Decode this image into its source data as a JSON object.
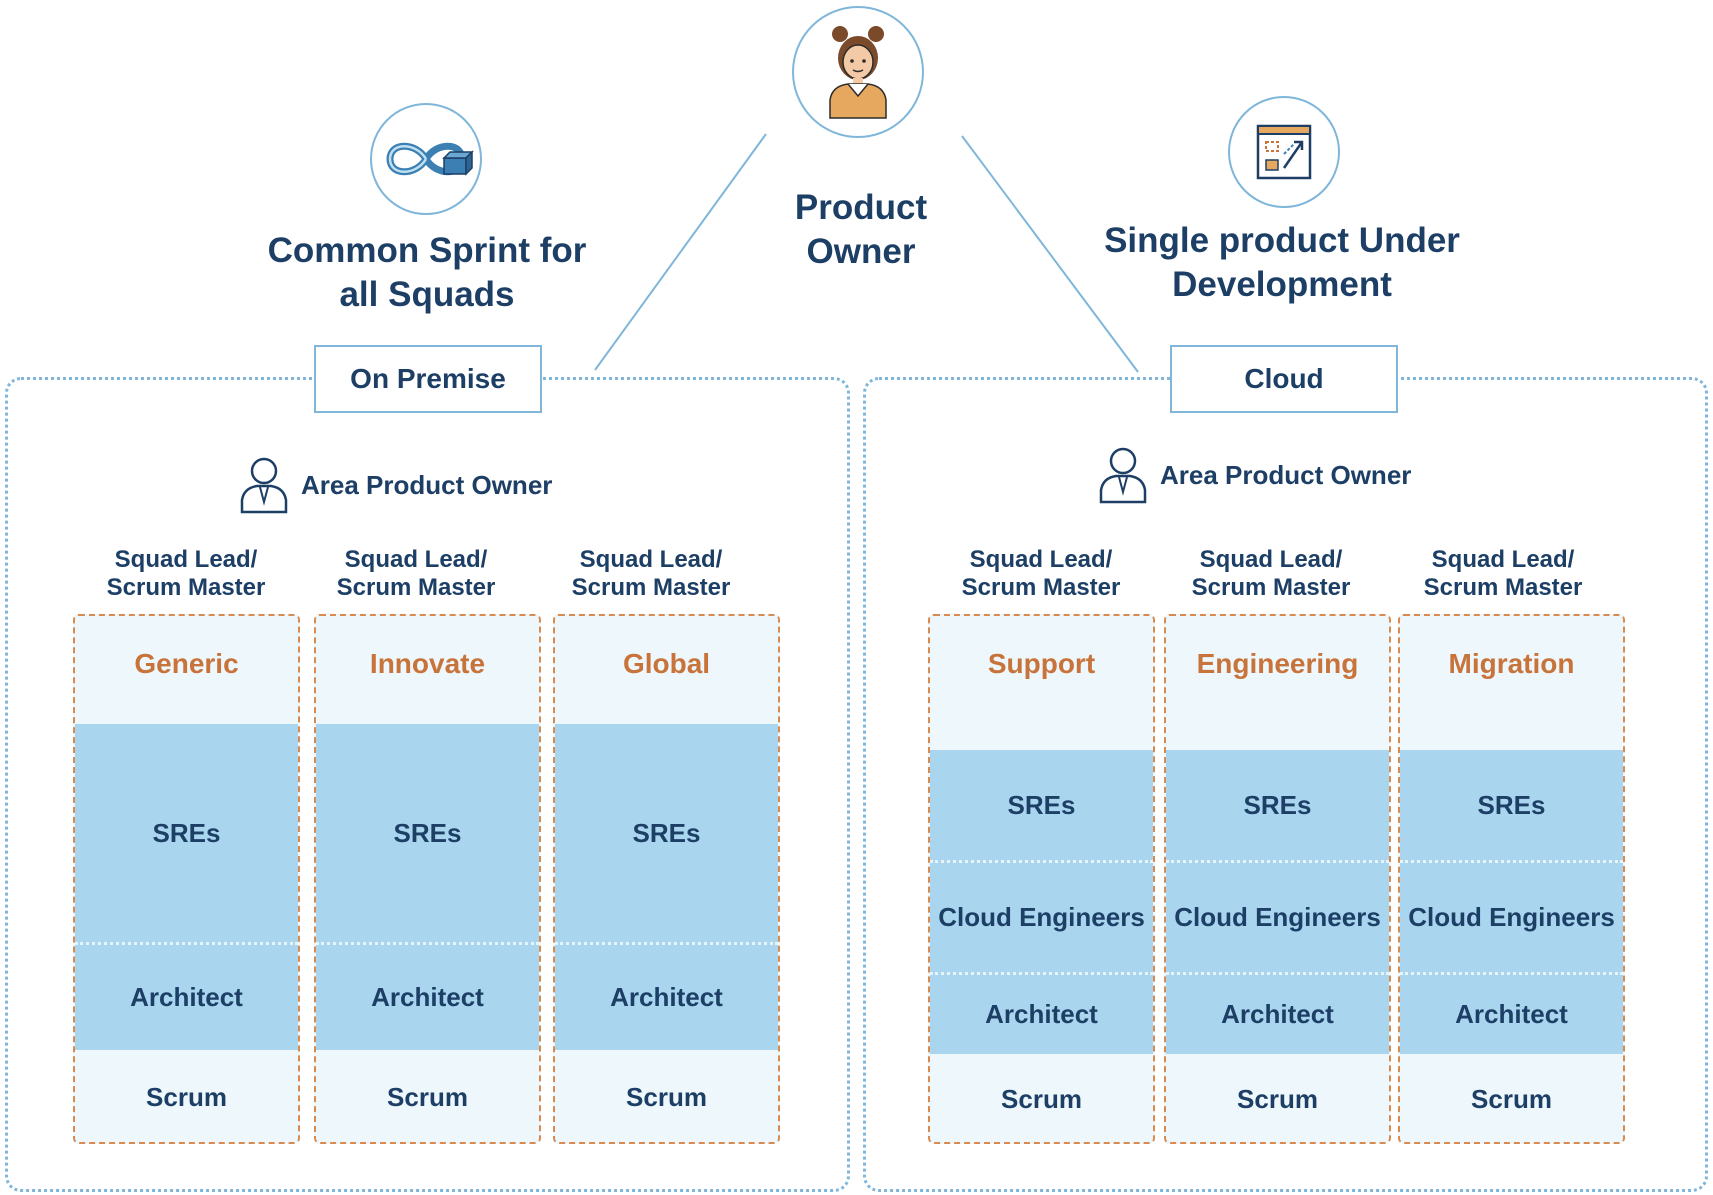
{
  "product_owner": {
    "line1": "Product",
    "line2": "Owner",
    "icon": "woman-avatar-icon"
  },
  "left_heading": {
    "line1": "Common Sprint for",
    "line2": "all Squads",
    "icon": "infinity-loop-icon"
  },
  "right_heading": {
    "line1": "Single product Under",
    "line2": "Development",
    "icon": "transformation-icon"
  },
  "colors": {
    "line": "#7fb6d9",
    "title": "#1d3f66",
    "accent": "#c8733a",
    "cell_dark": "#a9d6ee",
    "cell_light": "#eef7fc"
  },
  "regions": [
    {
      "label": "On Premise",
      "area_owner": "Area Product Owner",
      "squads": [
        {
          "lead1": "Squad Lead/",
          "lead2": "Scrum Master",
          "name": "Generic",
          "roles": [
            "SREs",
            "Architect",
            "Scrum"
          ]
        },
        {
          "lead1": "Squad Lead/",
          "lead2": "Scrum Master",
          "name": "Innovate",
          "roles": [
            "SREs",
            "Architect",
            "Scrum"
          ]
        },
        {
          "lead1": "Squad Lead/",
          "lead2": "Scrum Master",
          "name": "Global",
          "roles": [
            "SREs",
            "Architect",
            "Scrum"
          ]
        }
      ]
    },
    {
      "label": "Cloud",
      "area_owner": "Area Product Owner",
      "squads": [
        {
          "lead1": "Squad Lead/",
          "lead2": "Scrum Master",
          "name": "Support",
          "roles": [
            "SREs",
            "Cloud Engineers",
            "Architect",
            "Scrum"
          ]
        },
        {
          "lead1": "Squad Lead/",
          "lead2": "Scrum Master",
          "name": "Engineering",
          "roles": [
            "SREs",
            "Cloud Engineers",
            "Architect",
            "Scrum"
          ]
        },
        {
          "lead1": "Squad Lead/",
          "lead2": "Scrum Master",
          "name": "Migration",
          "roles": [
            "SREs",
            "Cloud Engineers",
            "Architect",
            "Scrum"
          ]
        }
      ]
    }
  ]
}
